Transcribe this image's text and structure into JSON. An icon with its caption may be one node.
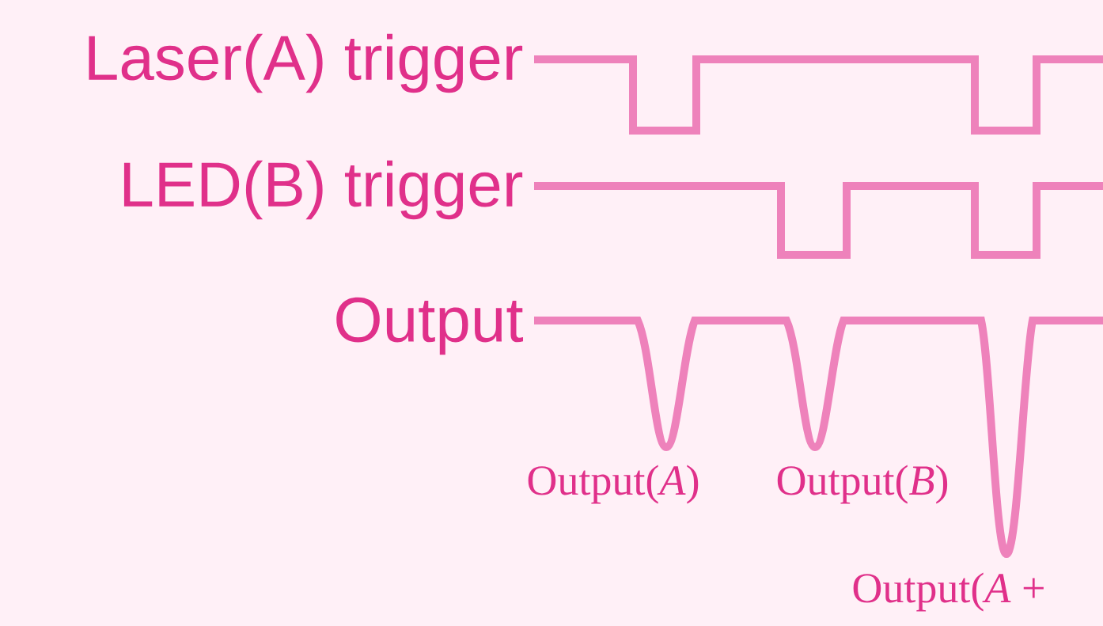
{
  "diagram": {
    "labels": [
      "Laser(A) trigger",
      "LED(B) trigger",
      "Output",
      "Output(*A*)",
      "Output(*B*)",
      "Output(*A* +"
    ]
  }
}
